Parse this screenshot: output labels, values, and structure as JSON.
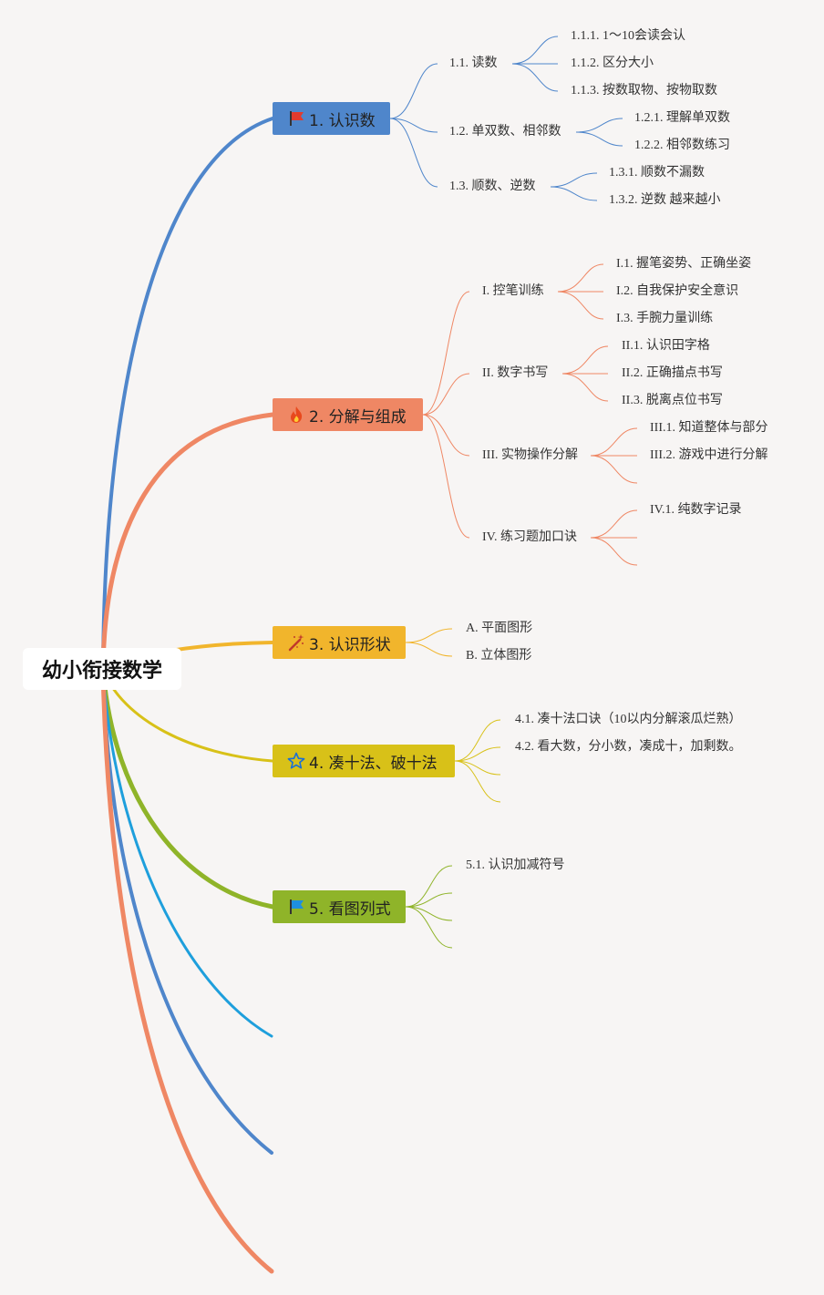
{
  "root": {
    "label": "幼小衔接数学"
  },
  "topics": [
    {
      "label": "1. 认识数",
      "icon": "red-flag-icon",
      "color": "#4f86cb",
      "children": [
        {
          "label": "1.1. 读数",
          "children": [
            "1.1.1. 1～10会读会认",
            "1.1.2. 区分大小",
            "1.1.3. 按数取物、按物取数"
          ]
        },
        {
          "label": "1.2. 单双数、相邻数",
          "children": [
            "1.2.1. 理解单双数",
            "1.2.2. 相邻数练习"
          ]
        },
        {
          "label": "1.3. 顺数、逆数",
          "children": [
            "1.3.1. 顺数不漏数",
            "1.3.2. 逆数 越来越小"
          ]
        }
      ]
    },
    {
      "label": "2. 分解与组成",
      "icon": "fire-icon",
      "color": "#ef8764",
      "children": [
        {
          "label": "I. 控笔训练",
          "children": [
            "I.1. 握笔姿势、正确坐姿",
            "I.2. 自我保护安全意识",
            "I.3. 手腕力量训练"
          ]
        },
        {
          "label": "II. 数字书写",
          "children": [
            "II.1. 认识田字格",
            "II.2. 正确描点书写",
            "II.3. 脱离点位书写"
          ]
        },
        {
          "label": "III. 实物操作分解",
          "children": [
            "III.1. 知道整体与部分",
            "III.2. 游戏中进行分解",
            ""
          ]
        },
        {
          "label": "IV. 练习题加口诀",
          "children": [
            "IV.1. 纯数字记录",
            "",
            ""
          ]
        }
      ]
    },
    {
      "label": "3. 认识形状",
      "icon": "magic-wand-icon",
      "color": "#f1b52c",
      "children": [
        "A. 平面图形",
        "B. 立体图形"
      ]
    },
    {
      "label": "4. 凑十法、破十法",
      "icon": "star-icon",
      "color": "#d8c118",
      "children": [
        "4.1. 凑十法口诀（10以内分解滚瓜烂熟）",
        "4.2. 看大数，分小数，凑成十，加剩数。",
        "",
        ""
      ]
    },
    {
      "label": "5. 看图列式",
      "icon": "blue-flag-icon",
      "color": "#8fb429",
      "children": [
        "5.1. 认识加减符号",
        "",
        "",
        ""
      ]
    }
  ],
  "trailing_branch_colors": [
    "#1e9fdc",
    "#4f86cb",
    "#ef8764"
  ]
}
